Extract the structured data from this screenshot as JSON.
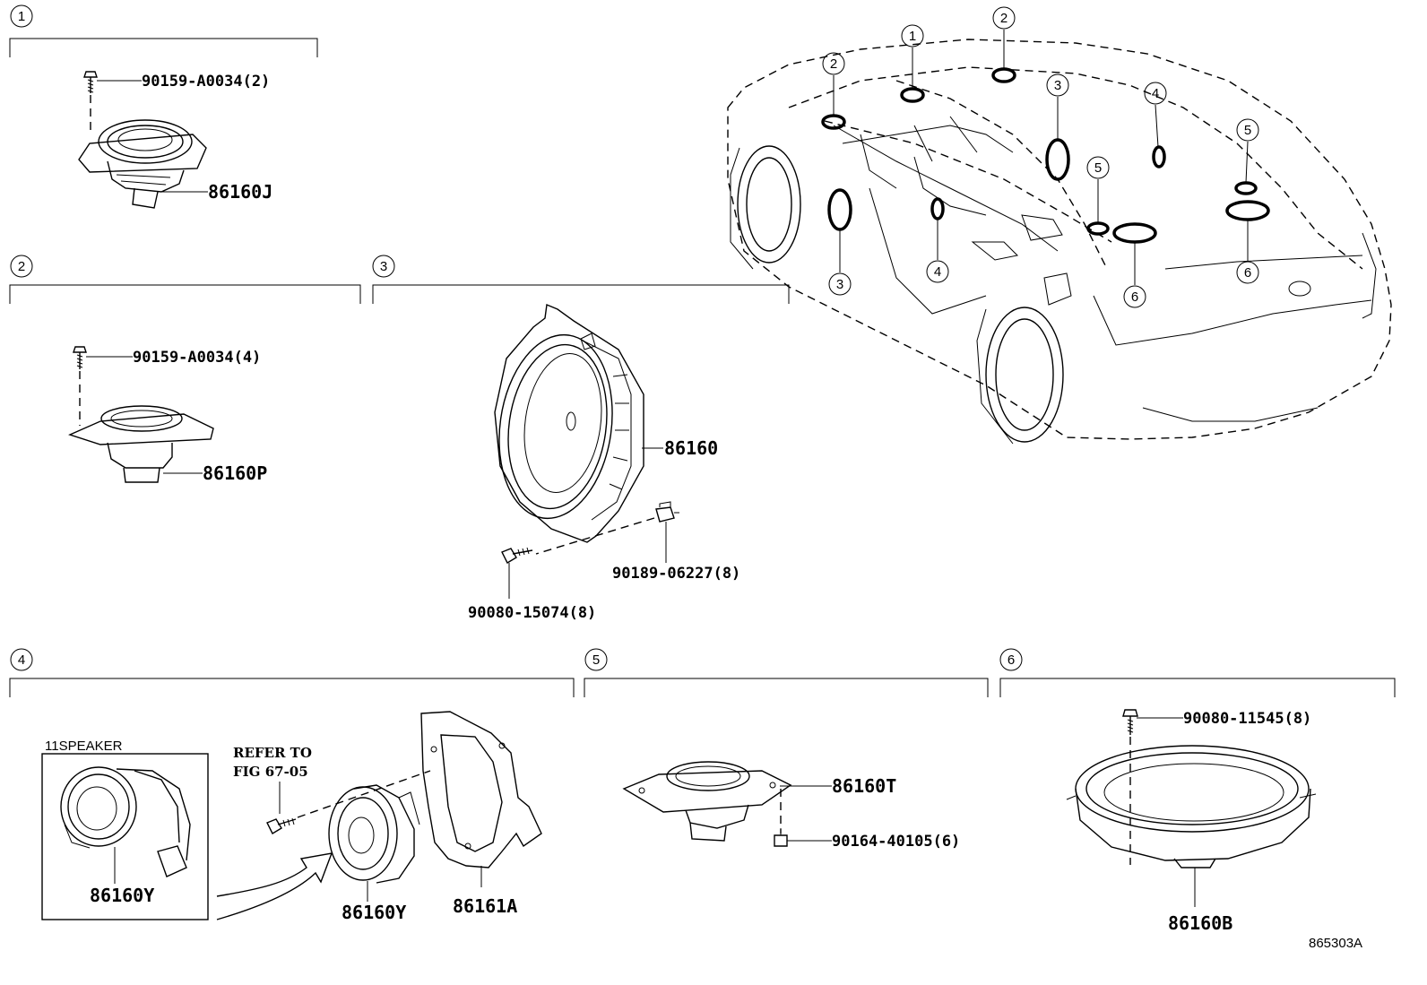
{
  "sections": [
    {
      "number": "1"
    },
    {
      "number": "2"
    },
    {
      "number": "3"
    },
    {
      "number": "4"
    },
    {
      "number": "5"
    },
    {
      "number": "6"
    }
  ],
  "parts": {
    "s1_bolt": "90159-A0034(2)",
    "s1_speaker": "86160J",
    "s2_bolt": "90159-A0034(4)",
    "s2_speaker": "86160P",
    "s3_speaker": "86160",
    "s3_nut": "90189-06227(8)",
    "s3_bolt": "90080-15074(8)",
    "s4_box_title": "11SPEAKER",
    "s4_box_part": "86160Y",
    "s4_refer_1": "REFER TO",
    "s4_refer_2": "FIG 67-05",
    "s4_speaker": "86160Y",
    "s4_bracket": "86161A",
    "s5_speaker": "86160T",
    "s5_bolt": "90164-40105(6)",
    "s6_bolt": "90080-11545(8)",
    "s6_speaker": "86160B"
  },
  "car_callouts": [
    "1",
    "2",
    "2",
    "3",
    "3",
    "4",
    "4",
    "5",
    "5",
    "6",
    "6"
  ],
  "figure_id": "865303A"
}
